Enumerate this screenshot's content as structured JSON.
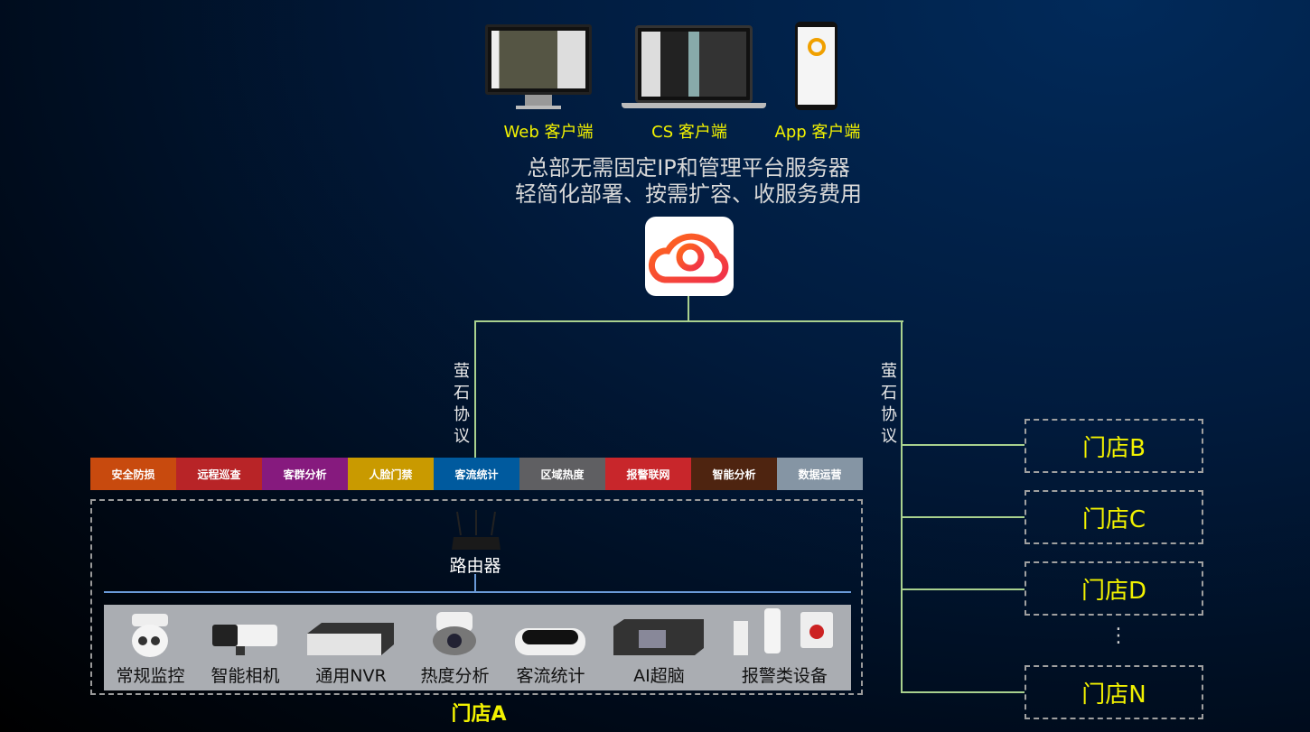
{
  "clients": [
    {
      "label": "Web 客户端"
    },
    {
      "label": "CS 客户端"
    },
    {
      "label": "App 客户端"
    }
  ],
  "description": {
    "line1": "总部无需固定IP和管理平台服务器",
    "line2": "轻简化部署、按需扩容、收服务费用"
  },
  "protocol_label": "萤石协议",
  "functions": [
    {
      "label": "安全防损",
      "color": "#c84a0e"
    },
    {
      "label": "远程巡查",
      "color": "#b82427"
    },
    {
      "label": "客群分析",
      "color": "#861a7e"
    },
    {
      "label": "人脸门禁",
      "color": "#c99a00"
    },
    {
      "label": "客流统计",
      "color": "#005a9e"
    },
    {
      "label": "区域热度",
      "color": "#5f5f62"
    },
    {
      "label": "报警联网",
      "color": "#c8262b"
    },
    {
      "label": "智能分析",
      "color": "#4e2410"
    },
    {
      "label": "数据运营",
      "color": "#8595a4"
    }
  ],
  "router_label": "路由器",
  "devices": [
    {
      "label": "常规监控"
    },
    {
      "label": "智能相机"
    },
    {
      "label": "通用NVR"
    },
    {
      "label": "热度分析"
    },
    {
      "label": "客流统计"
    },
    {
      "label": "AI超脑"
    },
    {
      "label": "报警类设备"
    }
  ],
  "store_a": "门店A",
  "stores": [
    {
      "label": "门店B"
    },
    {
      "label": "门店C"
    },
    {
      "label": "门店D"
    },
    {
      "label": "门店N"
    }
  ],
  "ellipsis": "⋮"
}
